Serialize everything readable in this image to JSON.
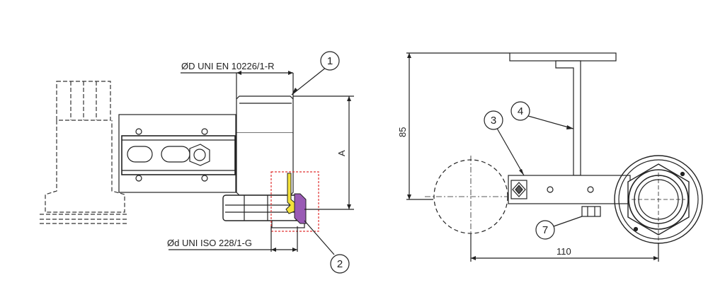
{
  "left_view": {
    "label_outer_thread": "ØD UNI EN 10226/1-R",
    "label_inner_thread": "Ød UNI ISO 228/1-G",
    "dimension_a": "A",
    "callouts": [
      "1",
      "2"
    ]
  },
  "right_view": {
    "dimension_height": "85",
    "dimension_width": "110",
    "callouts": [
      "3",
      "4",
      "7"
    ]
  },
  "colors": {
    "line": "#222222",
    "yellow_gasket": "#f3e13a",
    "purple_seal": "#9a5bb5",
    "detail_box": "#e03030"
  }
}
